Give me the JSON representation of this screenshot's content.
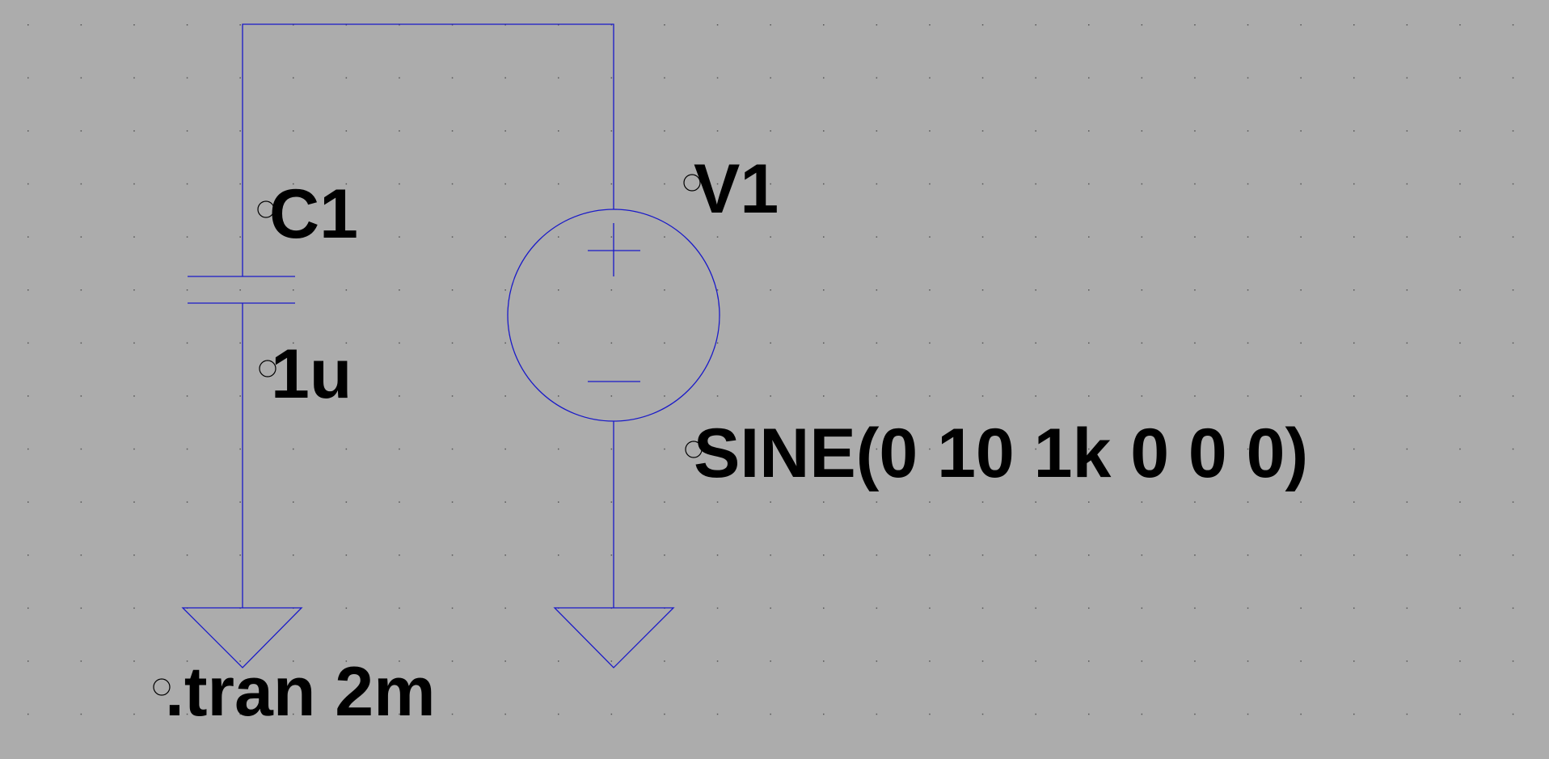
{
  "schematic": {
    "background_color": "#acacac",
    "grid_color": "#555555",
    "wire_color": "#1a1ac8",
    "text_color": "#000000",
    "capacitor": {
      "refdes": "C1",
      "value": "1u"
    },
    "voltage_source": {
      "refdes": "V1",
      "value": "SINE(0 10 1k 0 0 0)"
    },
    "directive": ".tran 2m"
  }
}
